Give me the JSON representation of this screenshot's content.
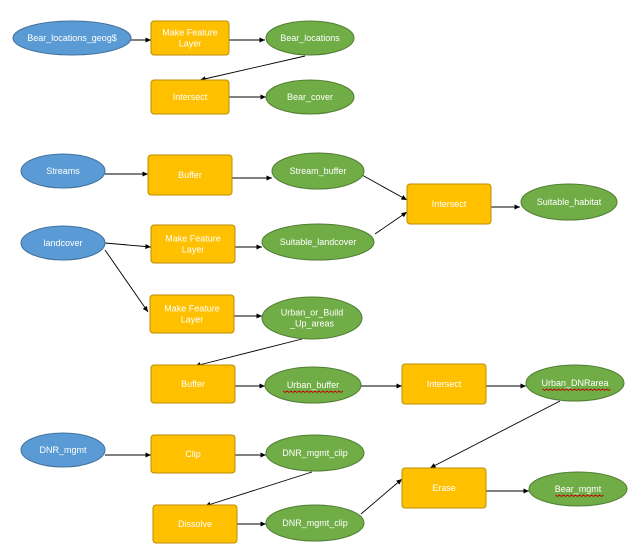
{
  "nodes": [
    {
      "id": "bear_locations_geog",
      "kind": "input",
      "label": "Bear_locations_geog$"
    },
    {
      "id": "make_feature_layer_1",
      "kind": "tool",
      "label": "Make Feature\nLayer"
    },
    {
      "id": "bear_locations",
      "kind": "output",
      "label": "Bear_locations"
    },
    {
      "id": "intersect_1",
      "kind": "tool",
      "label": "Intersect"
    },
    {
      "id": "bear_cover",
      "kind": "output",
      "label": "Bear_cover"
    },
    {
      "id": "streams",
      "kind": "input",
      "label": "Streams"
    },
    {
      "id": "buffer_1",
      "kind": "tool",
      "label": "Buffer"
    },
    {
      "id": "stream_buffer",
      "kind": "output",
      "label": "Stream_buffer"
    },
    {
      "id": "intersect_2",
      "kind": "tool",
      "label": "Intersect"
    },
    {
      "id": "suitable_habitat",
      "kind": "output",
      "label": "Suitable_habitat"
    },
    {
      "id": "landcover",
      "kind": "input",
      "label": "landcover"
    },
    {
      "id": "make_feature_layer_2",
      "kind": "tool",
      "label": "Make Feature\nLayer"
    },
    {
      "id": "suitable_landcover",
      "kind": "output",
      "label": "Suitable_landcover"
    },
    {
      "id": "make_feature_layer_3",
      "kind": "tool",
      "label": "Make Feature\nLayer"
    },
    {
      "id": "urban_or_build_up_areas",
      "kind": "output",
      "label": "Urban_or_Build\n_Up_areas"
    },
    {
      "id": "buffer_2",
      "kind": "tool",
      "label": "Buffer"
    },
    {
      "id": "urban_buffer",
      "kind": "output",
      "label": "Urban_buffer"
    },
    {
      "id": "intersect_3",
      "kind": "tool",
      "label": "Intersect"
    },
    {
      "id": "urban_dnrarea",
      "kind": "output",
      "label": "Urban_DNRarea"
    },
    {
      "id": "dnr_mgmt",
      "kind": "input",
      "label": "DNR_mgmt"
    },
    {
      "id": "clip",
      "kind": "tool",
      "label": "Clip"
    },
    {
      "id": "dnr_mgmt_clip_1",
      "kind": "output",
      "label": "DNR_mgmt_clip"
    },
    {
      "id": "erase",
      "kind": "tool",
      "label": "Erase"
    },
    {
      "id": "bear_mgmt",
      "kind": "output",
      "label": "Bear_mgmt"
    },
    {
      "id": "dissolve",
      "kind": "tool",
      "label": "Dissolve"
    },
    {
      "id": "dnr_mgmt_clip_2",
      "kind": "output",
      "label": "DNR_mgmt_clip"
    }
  ],
  "edges": [
    [
      "bear_locations_geog",
      "make_feature_layer_1"
    ],
    [
      "make_feature_layer_1",
      "bear_locations"
    ],
    [
      "bear_locations",
      "intersect_1"
    ],
    [
      "intersect_1",
      "bear_cover"
    ],
    [
      "streams",
      "buffer_1"
    ],
    [
      "buffer_1",
      "stream_buffer"
    ],
    [
      "stream_buffer",
      "intersect_2"
    ],
    [
      "suitable_landcover",
      "intersect_2"
    ],
    [
      "intersect_2",
      "suitable_habitat"
    ],
    [
      "landcover",
      "make_feature_layer_2"
    ],
    [
      "landcover",
      "make_feature_layer_3"
    ],
    [
      "make_feature_layer_2",
      "suitable_landcover"
    ],
    [
      "make_feature_layer_3",
      "urban_or_build_up_areas"
    ],
    [
      "urban_or_build_up_areas",
      "buffer_2"
    ],
    [
      "buffer_2",
      "urban_buffer"
    ],
    [
      "urban_buffer",
      "intersect_3"
    ],
    [
      "intersect_3",
      "urban_dnrarea"
    ],
    [
      "dnr_mgmt",
      "clip"
    ],
    [
      "clip",
      "dnr_mgmt_clip_1"
    ],
    [
      "dnr_mgmt_clip_1",
      "dissolve"
    ],
    [
      "dissolve",
      "dnr_mgmt_clip_2"
    ],
    [
      "dnr_mgmt_clip_2",
      "erase"
    ],
    [
      "urban_dnrarea",
      "erase"
    ],
    [
      "erase",
      "bear_mgmt"
    ]
  ],
  "colors": {
    "input": "#5B9BD5",
    "tool": "#FFC000",
    "output": "#70AD47"
  }
}
